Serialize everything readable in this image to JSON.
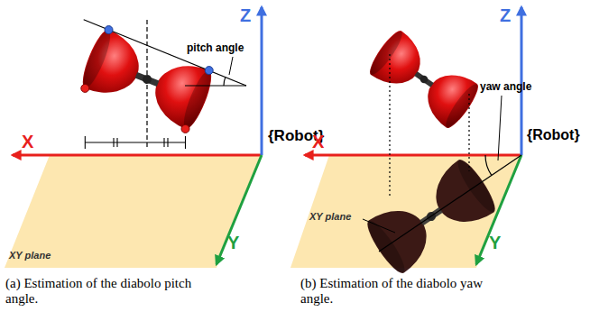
{
  "diagram": {
    "labels": [
      "pitch angle",
      "Z",
      "X",
      "{Robot}",
      "Y",
      "XY plane",
      "(a) Estimation of the diabolo pitch angle.",
      "yaw angle",
      "Z",
      "{Robot}",
      "X",
      "Y",
      "XY plane",
      "(b) Estimation of the diabolo yaw angle."
    ]
  }
}
